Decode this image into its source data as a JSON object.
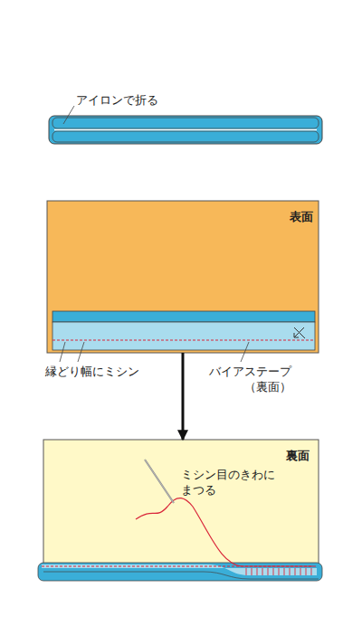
{
  "diagram": {
    "nodes": [
      {
        "text": [
          "表面"
        ]
      },
      {
        "text": [
          "裏面",
          "ミシン目のきわに まつる"
        ]
      }
    ],
    "edges": [
      {
        "from": 0,
        "to": 1,
        "arrow": "to"
      }
    ],
    "labels": [
      "アイロンで折る",
      "縁どり幅にミシン",
      "バイアステープ （裏面）"
    ]
  }
}
